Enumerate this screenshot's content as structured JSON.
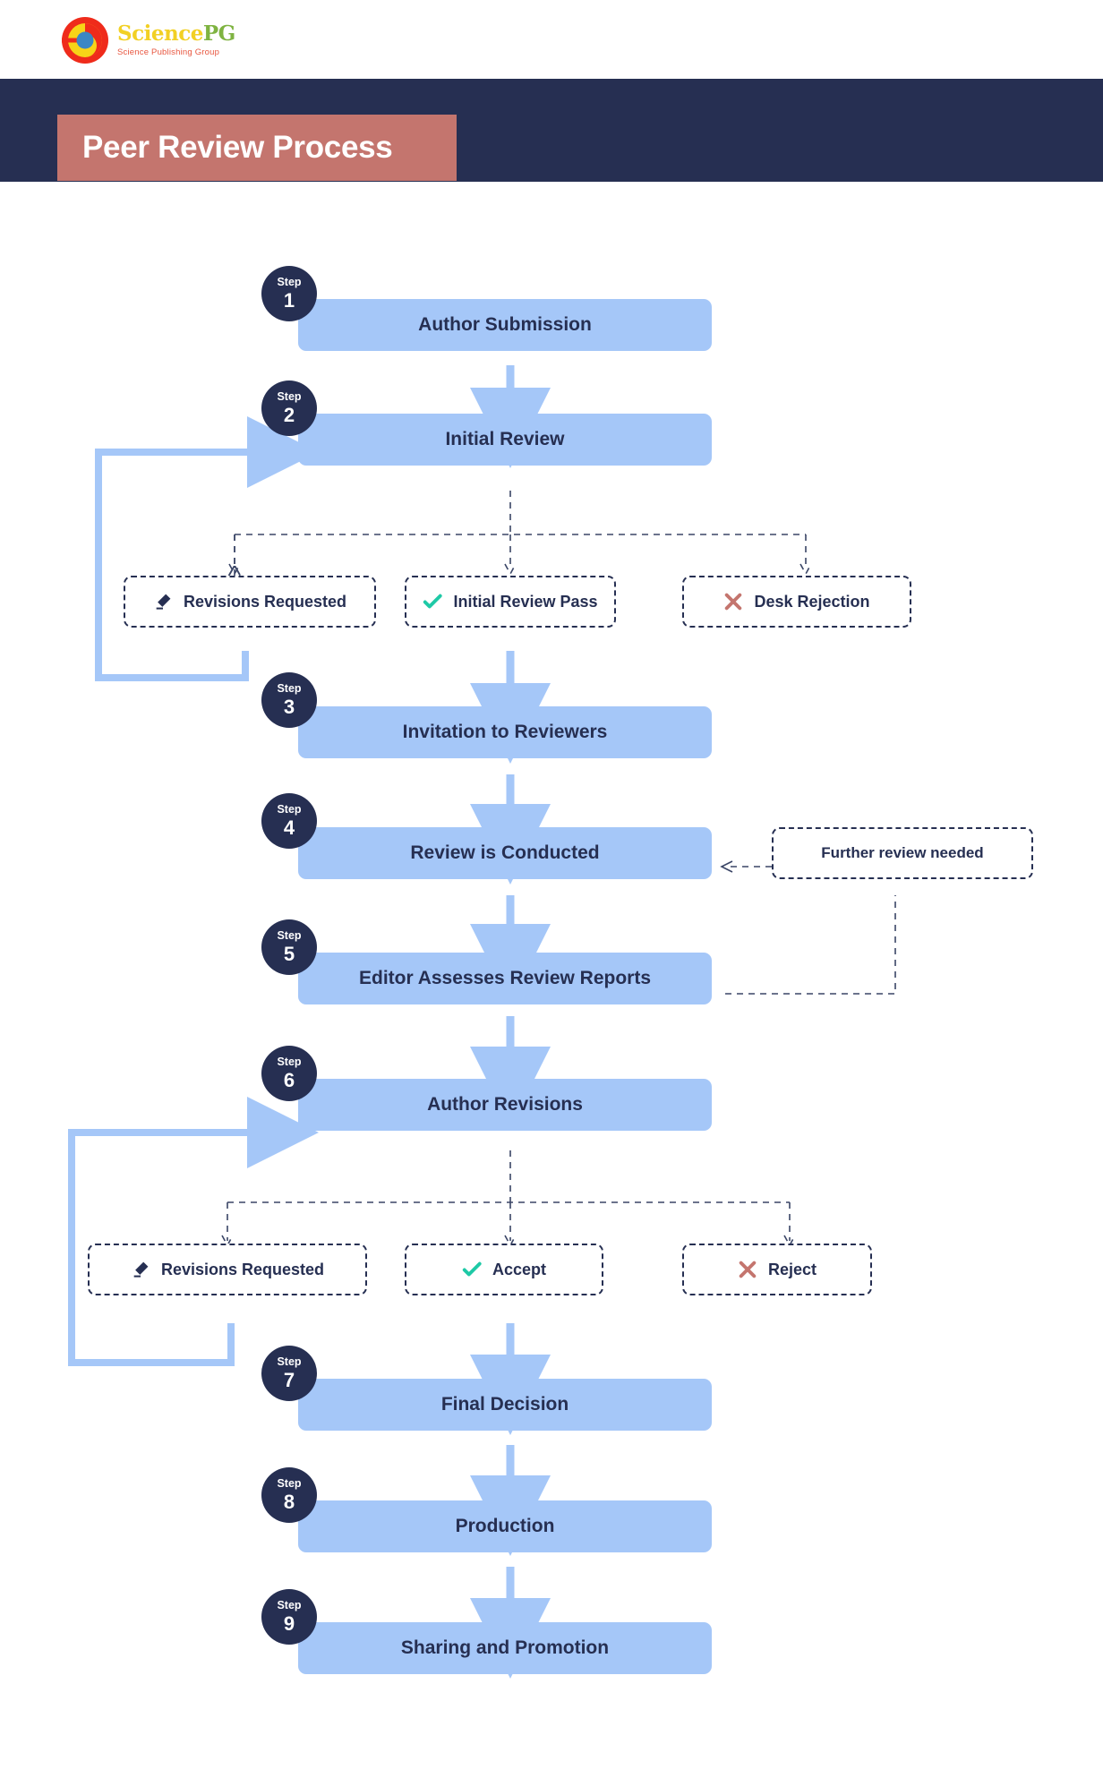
{
  "brand": {
    "logo_title_part1": "Science",
    "logo_title_part2": "PG",
    "logo_subtitle": "Science Publishing Group",
    "logo_icon": "sciencepg-circle-logo"
  },
  "header": {
    "title": "Peer Review Process",
    "band_color": "#262f52",
    "plate_color": "#c4756e"
  },
  "colors": {
    "step_fill": "#a5c7f8",
    "step_text": "#262f52",
    "badge_fill": "#262f52",
    "accept_green": "#1ec9a6",
    "reject_red": "#c4756e",
    "arrow_blue": "#a5c7f8",
    "dashed_dark": "#262f52"
  },
  "chart_data": {
    "type": "flowchart",
    "title": "Peer Review Process",
    "steps": [
      {
        "n": "1",
        "step_label": "Step",
        "label": "Author Submission"
      },
      {
        "n": "2",
        "step_label": "Step",
        "label": "Initial Review"
      },
      {
        "n": "3",
        "step_label": "Step",
        "label": "Invitation to Reviewers"
      },
      {
        "n": "4",
        "step_label": "Step",
        "label": "Review is Conducted"
      },
      {
        "n": "5",
        "step_label": "Step",
        "label": "Editor Assesses Review Reports"
      },
      {
        "n": "6",
        "step_label": "Step",
        "label": "Author Revisions"
      },
      {
        "n": "7",
        "step_label": "Step",
        "label": "Final Decision"
      },
      {
        "n": "8",
        "step_label": "Step",
        "label": "Production"
      },
      {
        "n": "9",
        "step_label": "Step",
        "label": "Sharing and Promotion"
      }
    ],
    "decisions_after_step2": [
      {
        "label": "Revisions Requested",
        "icon": "pencil-icon"
      },
      {
        "label": "Initial Review Pass",
        "icon": "check-icon"
      },
      {
        "label": "Desk Rejection",
        "icon": "cross-icon"
      }
    ],
    "decisions_after_step6": [
      {
        "label": "Revisions Requested",
        "icon": "pencil-icon"
      },
      {
        "label": "Accept",
        "icon": "check-icon"
      },
      {
        "label": "Reject",
        "icon": "cross-icon"
      }
    ],
    "side_note": {
      "label": "Further review needed"
    },
    "edges": [
      {
        "from": "Author Submission",
        "to": "Initial Review",
        "style": "solid"
      },
      {
        "from": "Initial Review",
        "to": "Revisions Requested",
        "style": "dashed"
      },
      {
        "from": "Initial Review",
        "to": "Initial Review Pass",
        "style": "dashed"
      },
      {
        "from": "Initial Review",
        "to": "Desk Rejection",
        "style": "dashed"
      },
      {
        "from": "Revisions Requested",
        "to": "Initial Review",
        "style": "solid-loop"
      },
      {
        "from": "Initial Review Pass",
        "to": "Invitation to Reviewers",
        "style": "solid"
      },
      {
        "from": "Invitation to Reviewers",
        "to": "Review is Conducted",
        "style": "solid"
      },
      {
        "from": "Review is Conducted",
        "to": "Editor Assesses Review Reports",
        "style": "solid"
      },
      {
        "from": "Editor Assesses Review Reports",
        "to": "Further review needed",
        "style": "dashed"
      },
      {
        "from": "Further review needed",
        "to": "Review is Conducted",
        "style": "dashed"
      },
      {
        "from": "Editor Assesses Review Reports",
        "to": "Author Revisions",
        "style": "solid"
      },
      {
        "from": "Author Revisions",
        "to": "Revisions Requested",
        "style": "dashed"
      },
      {
        "from": "Author Revisions",
        "to": "Accept",
        "style": "dashed"
      },
      {
        "from": "Author Revisions",
        "to": "Reject",
        "style": "dashed"
      },
      {
        "from": "Revisions Requested",
        "to": "Author Revisions",
        "style": "solid-loop"
      },
      {
        "from": "Accept",
        "to": "Final Decision",
        "style": "solid"
      },
      {
        "from": "Final Decision",
        "to": "Production",
        "style": "solid"
      },
      {
        "from": "Production",
        "to": "Sharing and Promotion",
        "style": "solid"
      }
    ]
  }
}
